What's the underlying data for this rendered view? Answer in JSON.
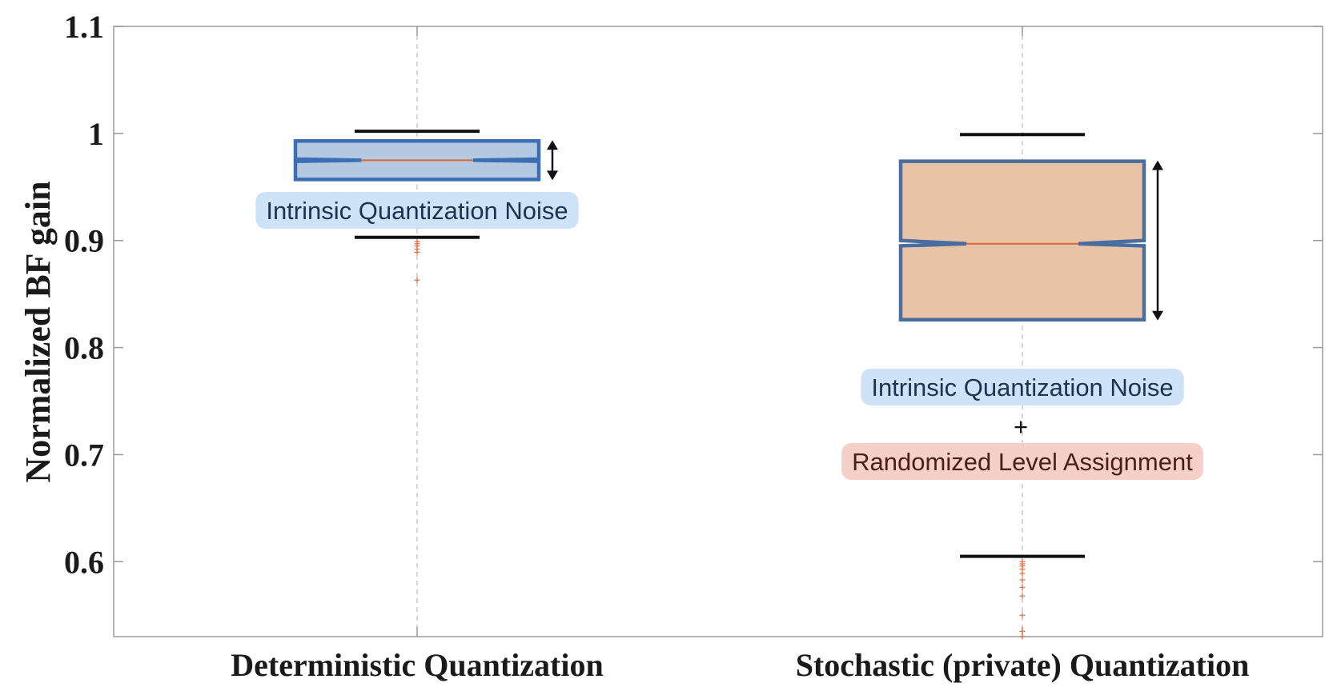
{
  "chart_data": {
    "type": "boxplot",
    "title": "",
    "xlabel": "",
    "ylabel": "Normalized BF gain",
    "ylim": [
      0.53,
      1.1
    ],
    "yticks": [
      0.6,
      0.7,
      0.8,
      0.9,
      1
    ],
    "ytick_labels": [
      "0.6",
      "0.7",
      "0.8",
      "0.9",
      "1",
      "1.1"
    ],
    "grid": "x-only (dashed)",
    "notched": true,
    "categories": [
      "Deterministic Quantization",
      "Stochastic (private) Quantization"
    ],
    "boxes": [
      {
        "category": "Deterministic Quantization",
        "color": "#b4c9df",
        "edge_color": "#3a6eb5",
        "whisker_low": 0.903,
        "q1": 0.957,
        "median": 0.975,
        "q3": 0.993,
        "whisker_high": 1.002,
        "notch_low": 0.974,
        "notch_high": 0.976,
        "outliers": [
          0.899,
          0.897,
          0.895,
          0.892,
          0.889,
          0.863
        ]
      },
      {
        "category": "Stochastic (private) Quantization",
        "color": "#e9c3a6",
        "edge_color": "#4a6da0",
        "whisker_low": 0.605,
        "q1": 0.826,
        "median": 0.897,
        "q3": 0.974,
        "whisker_high": 0.999,
        "notch_low": 0.895,
        "notch_high": 0.9,
        "outliers": [
          0.6,
          0.598,
          0.596,
          0.593,
          0.589,
          0.583,
          0.576,
          0.568,
          0.55,
          0.535,
          0.53
        ]
      }
    ],
    "annotations": {
      "left_label": "Intrinsic Quantization Noise",
      "right_label_1": "Intrinsic Quantization Noise",
      "plus_sign": "+",
      "right_label_2": "Randomized Level Assignment"
    },
    "colors": {
      "blue_label_bg": "#cfe3f8",
      "blue_label_text": "#1c3350",
      "red_label_bg": "#f6cfc8",
      "red_label_text": "#4a1f1a",
      "median_line": "#d9653a",
      "outlier": "#e8734a"
    }
  }
}
